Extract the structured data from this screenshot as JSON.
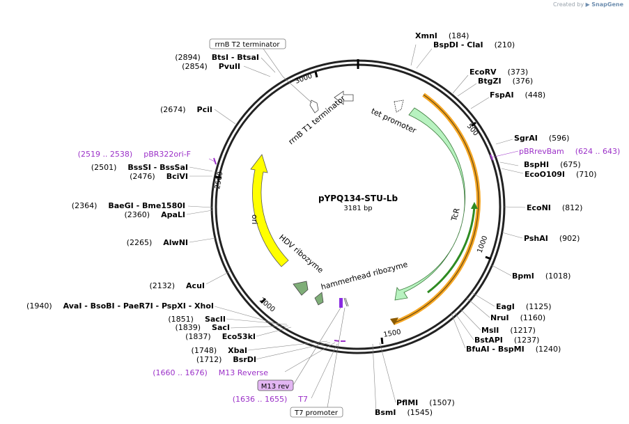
{
  "credit": {
    "prefix": "Created by",
    "brand": "SnapGene"
  },
  "plasmid": {
    "name": "pYPQ134-STU-Lb",
    "size": "3181 bp"
  },
  "colors": {
    "site": "#000000",
    "primer": "#9b30c8",
    "tcr": "#b8f2c0",
    "ori": "#ffff00",
    "ribozyme": "#7fae78",
    "orange": "#f5a623",
    "darkgreen": "#2e8b22"
  },
  "ticks": [
    {
      "label": "500"
    },
    {
      "label": "1000"
    },
    {
      "label": "1500"
    },
    {
      "label": "2000"
    },
    {
      "label": "2500"
    },
    {
      "label": "3000"
    }
  ],
  "features": [
    {
      "label": "tet promoter"
    },
    {
      "label": "TcR"
    },
    {
      "label": "ori"
    },
    {
      "label": "HDV ribozyme"
    },
    {
      "label": "hammerhead ribozyme"
    },
    {
      "label": "rrnB T1 terminator"
    }
  ],
  "boxes": [
    {
      "label": "rrnB T2 terminator"
    },
    {
      "label": "M13 rev"
    },
    {
      "label": "T7 promoter"
    }
  ],
  "sites": [
    {
      "name": "XmnI",
      "pos": "(184)"
    },
    {
      "name": "BspDI  - ClaI",
      "pos": "(210)"
    },
    {
      "name": "EcoRV",
      "pos": "(373)"
    },
    {
      "name": "BtgZI",
      "pos": "(376)"
    },
    {
      "name": "FspAI",
      "pos": "(448)"
    },
    {
      "name": "SgrAI",
      "pos": "(596)"
    },
    {
      "name": "pBRrevBam",
      "pos": "(624 .. 643)"
    },
    {
      "name": "BspHI",
      "pos": "(675)"
    },
    {
      "name": "EcoO109I",
      "pos": "(710)"
    },
    {
      "name": "EcoNI",
      "pos": "(812)"
    },
    {
      "name": "PshAI",
      "pos": "(902)"
    },
    {
      "name": "BpmI",
      "pos": "(1018)"
    },
    {
      "name": "EagI",
      "pos": "(1125)"
    },
    {
      "name": "NruI",
      "pos": "(1160)"
    },
    {
      "name": "MslI",
      "pos": "(1217)"
    },
    {
      "name": "BstAPI",
      "pos": "(1237)"
    },
    {
      "name": "BfuAI  - BspMI",
      "pos": "(1240)"
    },
    {
      "name": "PflMI",
      "pos": "(1507)"
    },
    {
      "name": "BsmI",
      "pos": "(1545)"
    },
    {
      "name": "T7",
      "pos": "(1636 .. 1655)"
    },
    {
      "name": "M13 Reverse",
      "pos": "(1660 .. 1676)"
    },
    {
      "name": "BsrDI",
      "pos": "(1712)"
    },
    {
      "name": "XbaI",
      "pos": "(1748)"
    },
    {
      "name": "Eco53kI",
      "pos": "(1837)"
    },
    {
      "name": "SacI",
      "pos": "(1839)"
    },
    {
      "name": "SacII",
      "pos": "(1851)"
    },
    {
      "name": "AvaI  - BsoBI  - PaeR7I  - PspXI  - XhoI",
      "pos": "(1940)"
    },
    {
      "name": "AcuI",
      "pos": "(2132)"
    },
    {
      "name": "AlwNI",
      "pos": "(2265)"
    },
    {
      "name": "ApaLI",
      "pos": "(2360)"
    },
    {
      "name": "BaeGI  - Bme1580I",
      "pos": "(2364)"
    },
    {
      "name": "BciVI",
      "pos": "(2476)"
    },
    {
      "name": "BssSI  - BssSaI",
      "pos": "(2501)"
    },
    {
      "name": "pBR322ori-F",
      "pos": "(2519 .. 2538)"
    },
    {
      "name": "PciI",
      "pos": "(2674)"
    },
    {
      "name": "PvuII",
      "pos": "(2854)"
    },
    {
      "name": "BtsI  - BtsaI",
      "pos": "(2894)"
    }
  ]
}
